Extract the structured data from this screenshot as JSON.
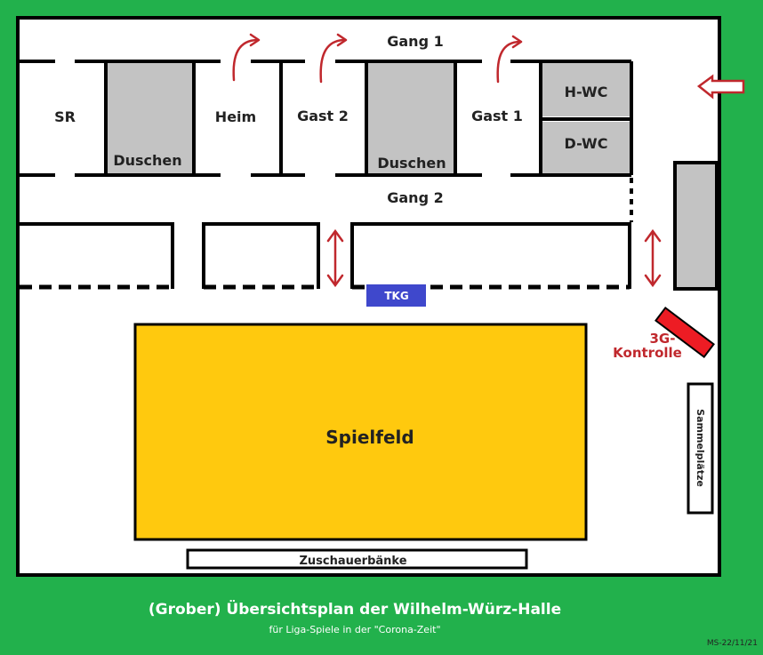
{
  "plan": {
    "corridors": {
      "gang1": "Gang 1",
      "gang2": "Gang 2"
    },
    "rooms": {
      "sr": "SR",
      "duschen_left": "Duschen",
      "heim": "Heim",
      "gast2": "Gast 2",
      "duschen_right": "Duschen",
      "gast1": "Gast 1",
      "hwc": "H-WC",
      "dwc": "D-WC"
    },
    "tkg": "TKG",
    "check": {
      "line1": "3G-",
      "line2": "Kontrolle"
    },
    "field": "Spielfeld",
    "benches": "Zuschauerbänke",
    "assembly": "Sammelplätze"
  },
  "footer": {
    "title": "(Grober) Übersichtsplan der Wilhelm-Würz-Halle",
    "subtitle": "für Liga-Spiele in der \"Corona-Zeit\"",
    "id": "MS-22/11/21"
  },
  "colors": {
    "background": "#22b14c",
    "floor": "#ffffff",
    "wall": "#000000",
    "showers": "#c3c3c3",
    "field": "#ffc90e",
    "tkg": "#3f48cc",
    "check": "#ed1c24",
    "arrow": "#c0282d"
  }
}
